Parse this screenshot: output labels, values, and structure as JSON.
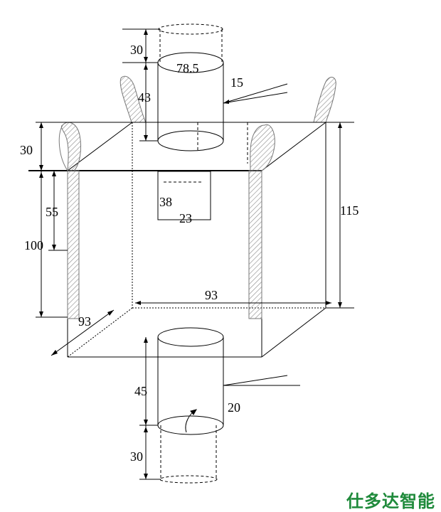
{
  "labels": {
    "top_spout_height": "30",
    "top_spout_diameter": "78.5",
    "top_spout_lower": "43",
    "top_spout_strap": "15",
    "loop_height": "30",
    "side_55": "55",
    "side_100": "100",
    "total_height": "115",
    "doc_pocket_h": "38",
    "doc_pocket_w": "23",
    "depth": "93",
    "width": "93",
    "bottom_spout_height": "45",
    "bottom_spout_strap": "20",
    "bottom_spout_lower": "30"
  },
  "brand": {
    "text": "仕多达智能",
    "color": "#1f8a3b"
  },
  "colors": {
    "line": "#000000",
    "hatch": "#999999"
  }
}
